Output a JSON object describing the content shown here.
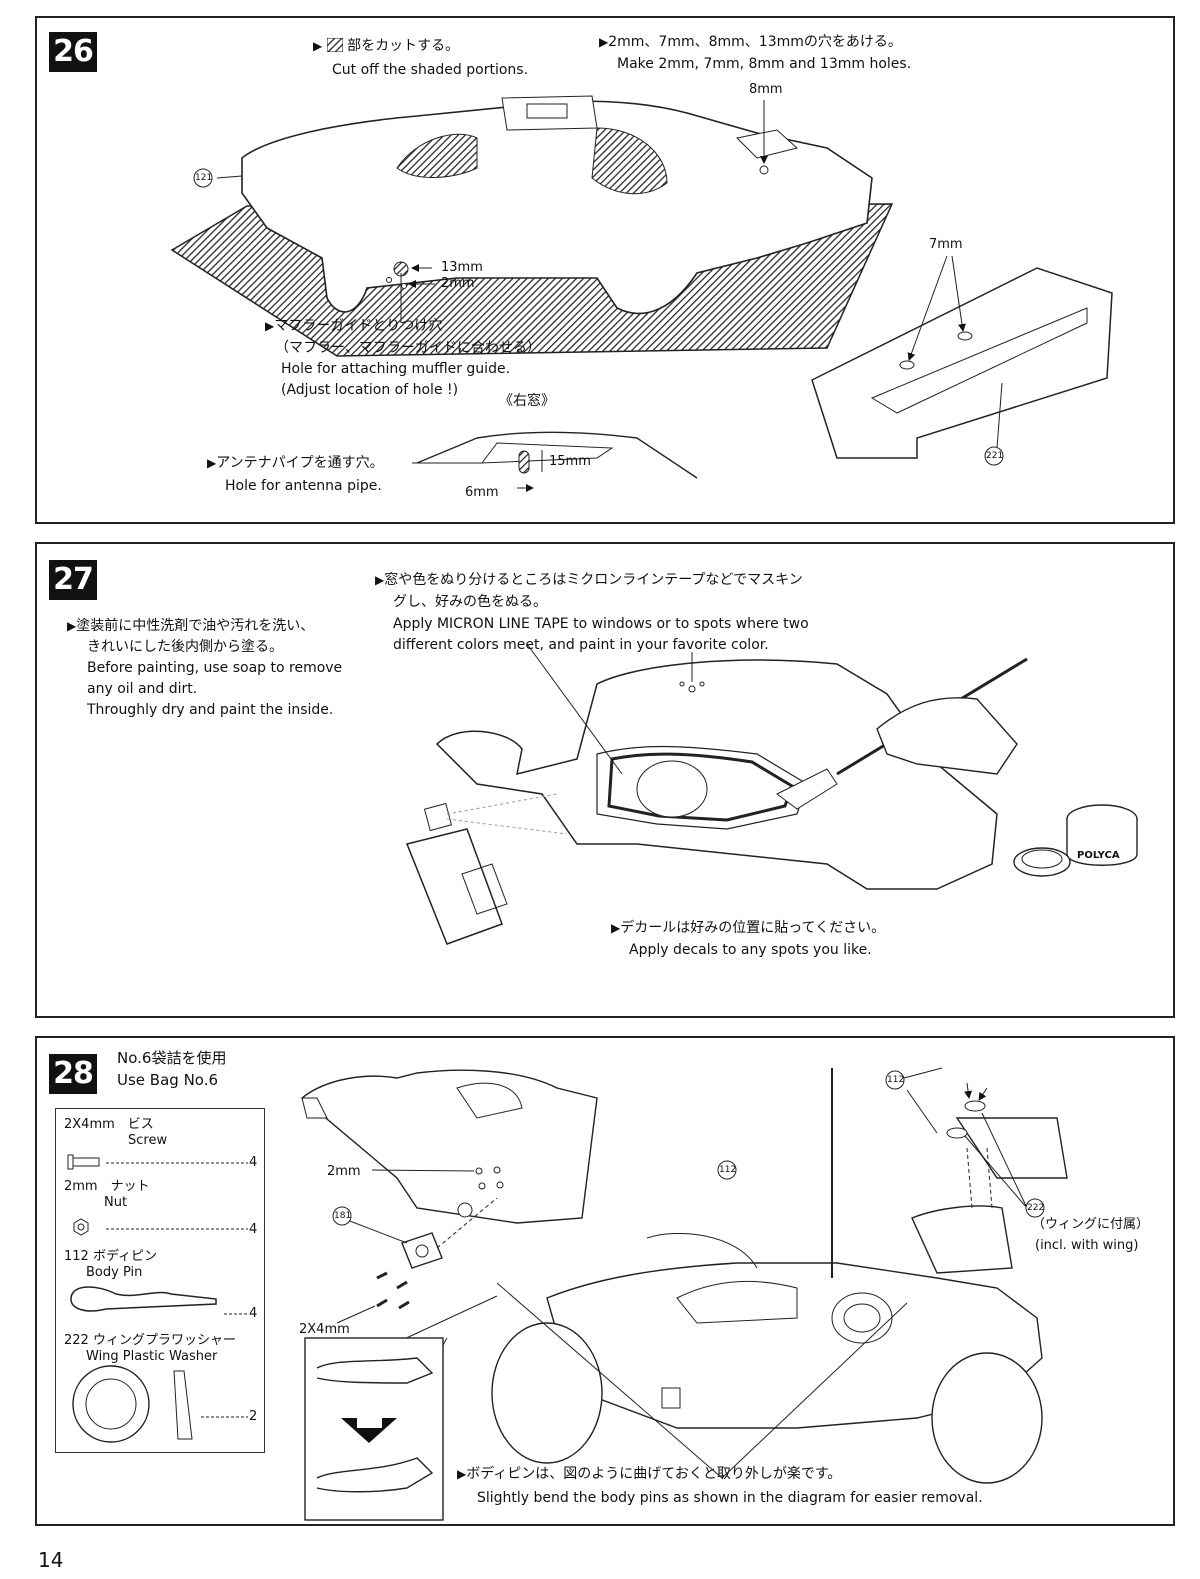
{
  "page_number": "14",
  "step26": {
    "number": "26",
    "cut_jp": "部をカットする。",
    "cut_en": "Cut off the shaded portions.",
    "holes_jp": "2mm、7mm、8mm、13mmの穴をあける。",
    "holes_en": "Make 2mm, 7mm, 8mm and 13mm holes.",
    "label_8mm": "8mm",
    "label_7mm": "7mm",
    "label_13mm": "13mm",
    "label_2mm": "2mm",
    "label_15mm": "15mm",
    "label_6mm": "6mm",
    "part_121": "121",
    "part_221": "221",
    "muffler_jp1": "マフラーガイドとりつけ穴",
    "muffler_jp2": "（マフラー、マフラーガイドに合わせる）",
    "muffler_en1": "Hole for attaching muffler guide.",
    "muffler_en2": "(Adjust location of hole !)",
    "right_window": "《右窓》",
    "antenna_jp": "アンテナパイプを通す穴。",
    "antenna_en": "Hole for antenna pipe."
  },
  "step27": {
    "number": "27",
    "wash_jp1": "塗装前に中性洗剤で油や汚れを洗い、",
    "wash_jp2": "きれいにした後内側から塗る。",
    "wash_en1": "Before painting, use soap to remove",
    "wash_en2": "any oil and dirt.",
    "wash_en3": "Throughly dry and paint the inside.",
    "tape_jp1": "窓や色をぬり分けるところはミクロンラインテープなどでマスキン",
    "tape_jp2": "グし、好みの色をぬる。",
    "tape_en1": "Apply MICRON LINE TAPE to windows or to spots where two",
    "tape_en2": "different colors meet, and paint in your favorite color.",
    "decal_jp": "デカールは好みの位置に貼ってください。",
    "decal_en": "Apply decals to any spots you like.",
    "paint_label": "POLYCA"
  },
  "step28": {
    "number": "28",
    "bag_jp": "No.6袋詰を使用",
    "bag_en": "Use Bag No.6",
    "parts": [
      {
        "name_jp": "2X4mm　ビス",
        "name_en": "Screw",
        "qty": "4"
      },
      {
        "name_jp": "2mm　ナット",
        "name_en": "Nut",
        "qty": "4"
      },
      {
        "name_jp": "112 ボディピン",
        "name_en": "Body Pin",
        "qty": "4"
      },
      {
        "name_jp": "222 ウィングプラワッシャー",
        "name_en": "Wing Plastic Washer",
        "qty": "2"
      }
    ],
    "label_2mm": "2mm",
    "label_2x4mm": "2X4mm",
    "part_181": "181",
    "part_112": "112",
    "part_222": "222",
    "wing_jp": "（ウィングに付属）",
    "wing_en": "(incl. with wing)",
    "pin_jp": "ボディピンは、図のように曲げておくと取り外しが楽です。",
    "pin_en": "Slightly bend the body pins as shown in the diagram for easier removal."
  }
}
